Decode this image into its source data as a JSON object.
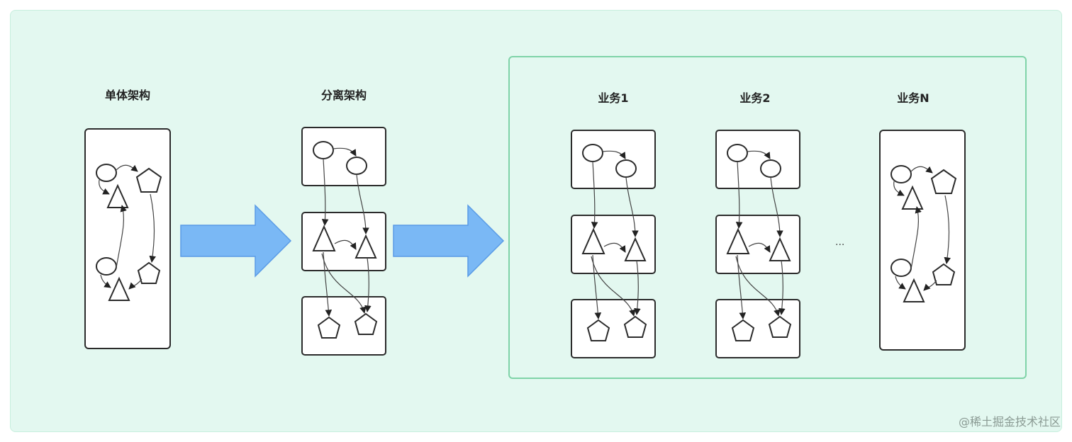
{
  "titles": {
    "monolith": "单体架构",
    "separated": "分离架构",
    "business1": "业务1",
    "business2": "业务2",
    "businessN": "业务N"
  },
  "ellipsis": "...",
  "watermark": "@稀土掘金技术社区",
  "colors": {
    "background": "#e3f8f0",
    "group_border": "#7fd3a8",
    "flow_arrow": "#7ab8f5"
  }
}
